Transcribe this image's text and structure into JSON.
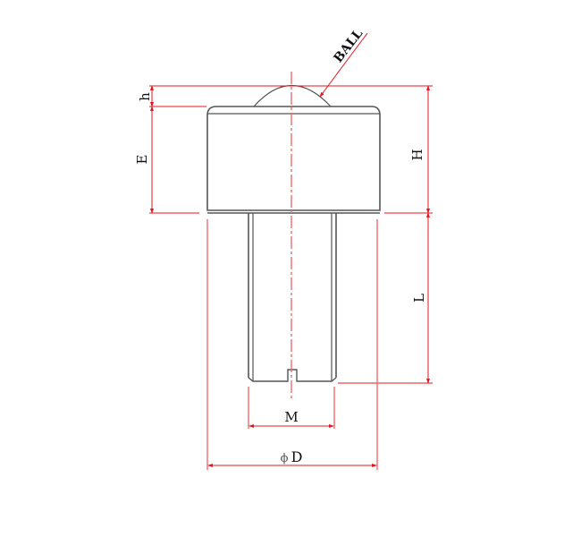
{
  "diagram": {
    "title": "Ball transfer unit with threaded stud - dimension drawing",
    "labels": {
      "ball": "BALL",
      "h": "h",
      "E": "E",
      "H": "H",
      "L": "L",
      "M": "M",
      "D": "D",
      "diameter_symbol": "ϕ"
    },
    "colors": {
      "dimension_line": "#e8141c",
      "center_line": "#f26b6b",
      "outline": "#555555",
      "text": "#111111",
      "background": "#ffffff"
    }
  }
}
